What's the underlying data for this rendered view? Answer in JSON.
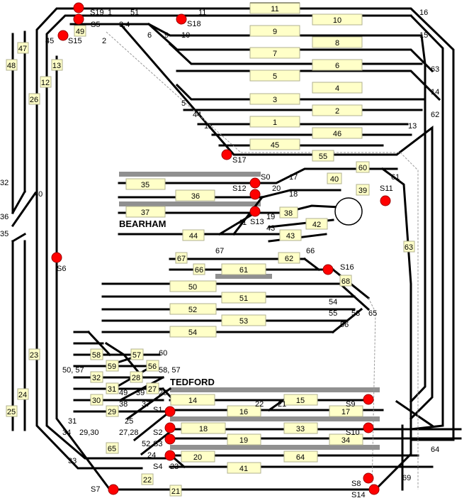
{
  "stations": {
    "north": "BEARHAM",
    "south": "TEDFORD"
  },
  "blocks": {
    "b1": "1",
    "b2": "2",
    "b3": "3",
    "b4": "4",
    "b5": "5",
    "b6": "6",
    "b7": "7",
    "b8": "8",
    "b9": "9",
    "b10": "10",
    "b11": "11",
    "b12": "12",
    "b13": "13",
    "b14": "14",
    "b15": "15",
    "b16": "16",
    "b17": "17",
    "b18": "18",
    "b19": "19",
    "b20": "20",
    "b21": "21",
    "b22": "22",
    "b23": "23",
    "b24": "24",
    "b25": "25",
    "b26": "26",
    "b27": "27",
    "b28": "28",
    "b29": "29",
    "b30": "30",
    "b31": "31",
    "b32": "32",
    "b33": "33",
    "b34": "34",
    "b35": "35",
    "b36": "36",
    "b37": "37",
    "b38": "38",
    "b39": "39",
    "b40": "40",
    "b41": "41",
    "b42": "42",
    "b43": "43",
    "b44": "44",
    "b45": "45",
    "b46": "46",
    "b47": "47",
    "b48": "48",
    "b49": "49",
    "b50": "50",
    "b51": "51",
    "b52": "52",
    "b53": "53",
    "b54": "54",
    "b55": "55",
    "b56": "56",
    "b57": "57",
    "b58": "58",
    "b59": "59",
    "b60": "60",
    "b61": "61",
    "b62": "62",
    "b63": "63",
    "b64": "64",
    "b65": "65",
    "b66": "66",
    "b67": "67",
    "b68": "68"
  },
  "signals": {
    "s0": "S0",
    "s1": "S1",
    "s2": "S2",
    "s3": "S3",
    "s4": "S4",
    "s5": "S5",
    "s6": "S6",
    "s7": "S7",
    "s8": "S8",
    "s9": "S9",
    "s10": "S10",
    "s11": "S11",
    "s12": "S12",
    "s13": "S13",
    "s14": "S14",
    "s15": "S15",
    "s16": "S16",
    "s17": "S17",
    "s18": "S18",
    "s19": "S19"
  },
  "labels": {
    "l1": "1",
    "l2": "2",
    "l3_4": "3,4",
    "l5": "5",
    "l6": "6",
    "l9": "9",
    "l10": "10",
    "l11": "11",
    "l12": "12",
    "l13": "13",
    "l14": "14",
    "l15": "15",
    "l16": "16",
    "l17": "17",
    "l18": "18",
    "l19": "19",
    "l20": "20",
    "l21": "21",
    "l22": "22",
    "l23": "23",
    "l24": "24",
    "l25a": "25",
    "l25b": "25",
    "l27_28": "27,28",
    "l29_30": "29,30",
    "l31": "31",
    "l32": "32",
    "l33": "33",
    "l34": "34",
    "l35": "35",
    "l36": "36",
    "l37": "37",
    "l38": "38",
    "l39": "39",
    "l40": "40",
    "l41": "41",
    "l43": "43",
    "l44": "44",
    "l45": "45",
    "l49": "49",
    "l50_57": "50, 57",
    "l51": "51",
    "l52": "52",
    "l53": "53",
    "l54": "54",
    "l55": "55",
    "l56": "56",
    "l58_57": "58, 57",
    "l60": "60",
    "l61": "61",
    "l62": "62",
    "l63": "63",
    "l64": "64",
    "l65": "65",
    "l66": "66",
    "l67": "67",
    "l69": "69"
  }
}
